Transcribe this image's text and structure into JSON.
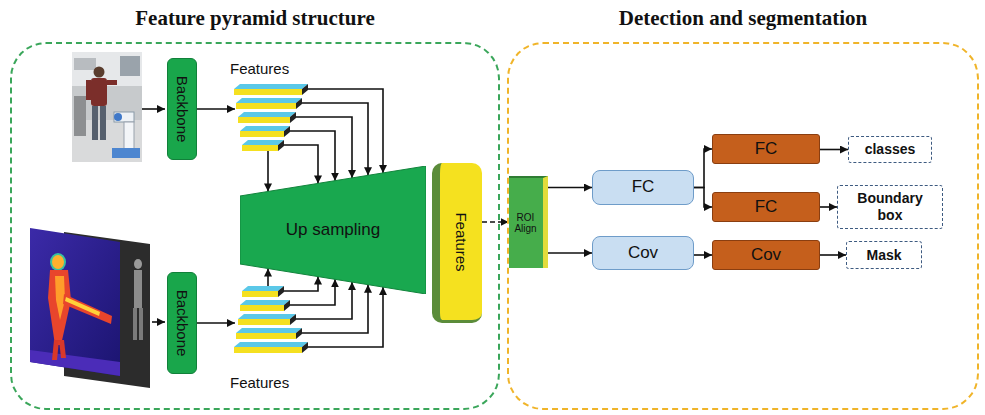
{
  "diagram": {
    "nodes": [
      {
        "text": [
          "Feature pyramid structure"
        ]
      },
      {
        "text": [
          "Backbone"
        ],
        "in": 0
      },
      {
        "text": [
          "Features"
        ],
        "in": 0
      },
      {
        "text": [
          "Backbone"
        ],
        "in": 0
      },
      {
        "text": [
          "Features"
        ],
        "in": 0
      },
      {
        "text": [
          "Up sampling"
        ],
        "in": 0
      },
      {
        "text": [
          "Features"
        ],
        "in": 0
      },
      {
        "text": [
          "Detection and segmentation"
        ]
      },
      {
        "text": [
          "ROI Align"
        ],
        "in": 7
      },
      {
        "text": [
          "FC"
        ],
        "in": 7
      },
      {
        "text": [
          "FC"
        ],
        "in": 7
      },
      {
        "text": [
          "FC"
        ],
        "in": 7
      },
      {
        "text": [
          "classes"
        ],
        "in": 7
      },
      {
        "text": [
          "Boundary box"
        ],
        "in": 7
      },
      {
        "text": [
          "Cov"
        ],
        "in": 7
      },
      {
        "text": [
          "Cov"
        ],
        "in": 7
      },
      {
        "text": [
          "Mask"
        ],
        "in": 7
      }
    ],
    "edges": [
      {
        "from": 1,
        "to": 2,
        "arrow": "to"
      },
      {
        "from": 2,
        "to": 5,
        "arrow": "to"
      },
      {
        "from": 2,
        "to": 5,
        "arrow": "to"
      },
      {
        "from": 2,
        "to": 5,
        "arrow": "to"
      },
      {
        "from": 2,
        "to": 5,
        "arrow": "to"
      },
      {
        "from": 2,
        "to": 5,
        "arrow": "to"
      },
      {
        "from": 2,
        "to": 5,
        "arrow": "to"
      },
      {
        "from": 3,
        "to": 4,
        "arrow": "to"
      },
      {
        "from": 4,
        "to": 5,
        "arrow": "to"
      },
      {
        "from": 4,
        "to": 5,
        "arrow": "to"
      },
      {
        "from": 4,
        "to": 5,
        "arrow": "to"
      },
      {
        "from": 4,
        "to": 5,
        "arrow": "to"
      },
      {
        "from": 4,
        "to": 5,
        "arrow": "to"
      },
      {
        "from": 4,
        "to": 5,
        "arrow": "to"
      },
      {
        "from": 6,
        "to": 8,
        "arrow": "to"
      },
      {
        "from": 8,
        "to": 9,
        "arrow": "to"
      },
      {
        "from": 8,
        "to": 14,
        "arrow": "to"
      },
      {
        "from": 9,
        "to": 10,
        "arrow": "to"
      },
      {
        "from": 9,
        "to": 11,
        "arrow": "to"
      },
      {
        "from": 10,
        "to": 12,
        "arrow": "to"
      },
      {
        "from": 11,
        "to": 13,
        "arrow": "to"
      },
      {
        "from": 14,
        "to": 15,
        "arrow": "to"
      },
      {
        "from": 15,
        "to": 16,
        "arrow": "to"
      }
    ]
  }
}
